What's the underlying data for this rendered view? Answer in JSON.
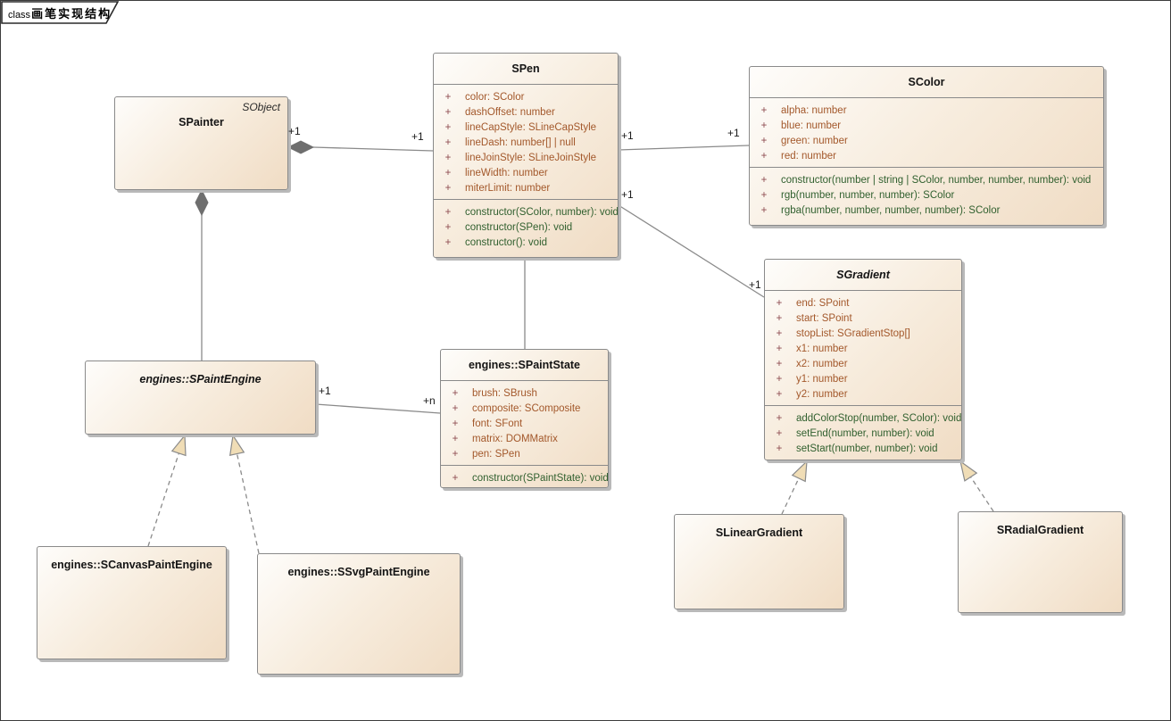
{
  "frame": {
    "diagram_type": "class",
    "title": "画笔实现结构"
  },
  "ui": {
    "visibility_marker": "+"
  },
  "colors": {
    "box_border": "#8a8a8a",
    "box_fill_light": "#fefdfb",
    "box_fill_dark": "#f0dcc4",
    "box_shadow": "#b9b9b9",
    "attribute_text": "#a3582b",
    "method_text": "#31602f",
    "visibility_text": "#8d4a4f",
    "edge_line": "#8a8a8a",
    "composition_diamond_fill": "#6e6e6e",
    "inheritance_triangle_fill": "#f0ddb6",
    "label_text": "#1a1a1a"
  },
  "classes": [
    {
      "id": "spainter",
      "name": "SPainter",
      "stereotype": "SObject",
      "italic": false,
      "attributes": [],
      "methods": []
    },
    {
      "id": "spen",
      "name": "SPen",
      "italic": false,
      "attributes": [
        "color: SColor",
        "dashOffset: number",
        "lineCapStyle: SLineCapStyle",
        "lineDash: number[] | null",
        "lineJoinStyle: SLineJoinStyle",
        "lineWidth: number",
        "miterLimit: number"
      ],
      "methods": [
        "constructor(SColor, number): void",
        "constructor(SPen): void",
        "constructor(): void"
      ]
    },
    {
      "id": "scolor",
      "name": "SColor",
      "italic": false,
      "attributes": [
        "alpha: number",
        "blue: number",
        "green: number",
        "red: number"
      ],
      "methods": [
        "constructor(number | string | SColor, number, number, number): void",
        "rgb(number, number, number): SColor",
        "rgba(number, number, number, number): SColor"
      ]
    },
    {
      "id": "sgradient",
      "name": "SGradient",
      "italic": true,
      "attributes": [
        "end: SPoint",
        "start: SPoint",
        "stopList: SGradientStop[]",
        "x1: number",
        "x2: number",
        "y1: number",
        "y2: number"
      ],
      "methods": [
        "addColorStop(number, SColor): void",
        "setEnd(number, number): void",
        "setStart(number, number): void"
      ]
    },
    {
      "id": "spaintstate",
      "name": "engines::SPaintState",
      "italic": false,
      "attributes": [
        "brush: SBrush",
        "composite: SComposite",
        "font: SFont",
        "matrix: DOMMatrix",
        "pen: SPen"
      ],
      "methods": [
        "constructor(SPaintState): void"
      ]
    },
    {
      "id": "spaintengine",
      "name": "engines::SPaintEngine",
      "italic": true,
      "attributes": [],
      "methods": []
    },
    {
      "id": "scanvas",
      "name": "engines::SCanvasPaintEngine",
      "italic": false,
      "attributes": [],
      "methods": []
    },
    {
      "id": "ssvg",
      "name": "engines::SSvgPaintEngine",
      "italic": false,
      "attributes": [],
      "methods": []
    },
    {
      "id": "slinear",
      "name": "SLinearGradient",
      "italic": false,
      "attributes": [],
      "methods": []
    },
    {
      "id": "sradial",
      "name": "SRadialGradient",
      "italic": false,
      "attributes": [],
      "methods": []
    }
  ],
  "edges": [
    {
      "id": "spainter-spen",
      "type": "composition",
      "source": "SPainter",
      "target": "SPen",
      "labels": [
        "+1",
        "+1"
      ]
    },
    {
      "id": "spen-scolor",
      "type": "association",
      "source": "SPen",
      "target": "SColor",
      "labels": [
        "+1",
        "+1"
      ]
    },
    {
      "id": "spen-sgradient",
      "type": "association",
      "source": "SPen",
      "target": "SGradient",
      "labels": [
        "+1",
        "+1"
      ]
    },
    {
      "id": "spainter-spaintengine",
      "type": "composition",
      "source": "SPainter",
      "target": "engines::SPaintEngine",
      "labels": []
    },
    {
      "id": "spen-spaintstate",
      "type": "association",
      "source": "SPen",
      "target": "engines::SPaintState",
      "labels": []
    },
    {
      "id": "spaintengine-spaintstate",
      "type": "association",
      "source": "engines::SPaintEngine",
      "target": "engines::SPaintState",
      "labels": [
        "+1",
        "+n"
      ]
    },
    {
      "id": "scanvas-spaintengine",
      "type": "realization",
      "source": "engines::SCanvasPaintEngine",
      "target": "engines::SPaintEngine",
      "labels": []
    },
    {
      "id": "ssvg-spaintengine",
      "type": "realization",
      "source": "engines::SSvgPaintEngine",
      "target": "engines::SPaintEngine",
      "labels": []
    },
    {
      "id": "slinear-sgradient",
      "type": "realization",
      "source": "SLinearGradient",
      "target": "SGradient",
      "labels": []
    },
    {
      "id": "sradial-sgradient",
      "type": "realization",
      "source": "SRadialGradient",
      "target": "SGradient",
      "labels": []
    }
  ]
}
